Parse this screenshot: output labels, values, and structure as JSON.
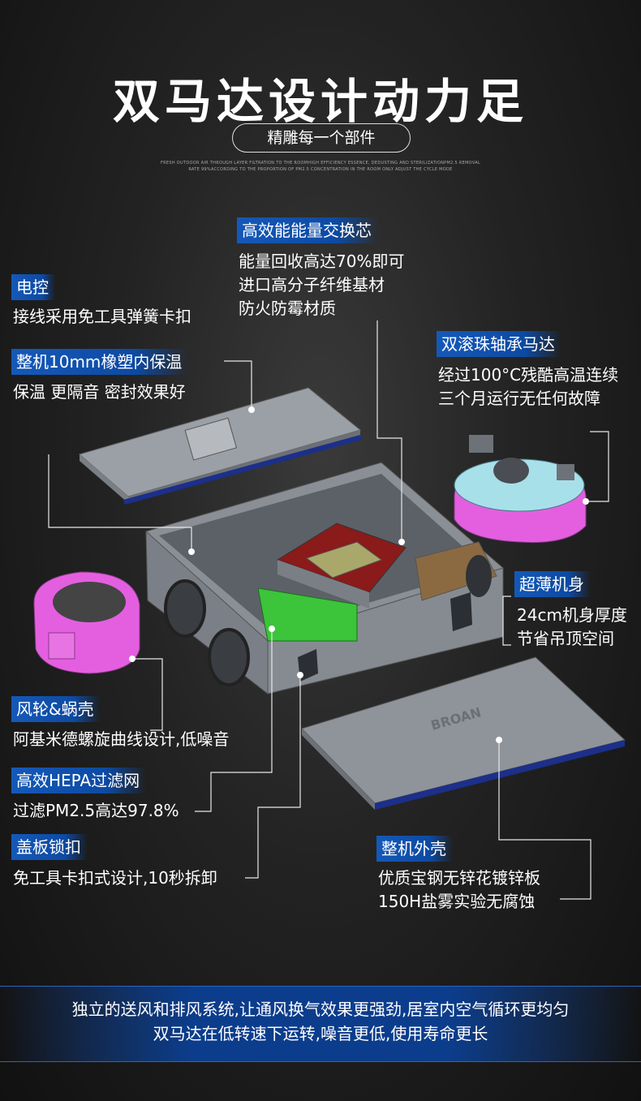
{
  "header": {
    "title": "双马达设计动力足",
    "subtitle": "精雕每一个部件",
    "fine_print_1": "FRESH OUTDOOR AIR THROUGH LAYER FILTRATION TO THE ROOMHIGH EFFICIENCY ESSENCE, DEDUSTING AND STERILIZATIONPM2.5 REMOVAL",
    "fine_print_2": "RATE 99%ACCORDING TO THE PROPORTION OF PM2.5 CONCENTRATION IN THE ROOM ONLY ADJUST THE CYCLE MODE"
  },
  "callouts": {
    "core": {
      "tag": "高效能能量交换芯",
      "lines": [
        "能量回收高达70%即可",
        "进口高分子纤维基材",
        "防火防霉材质"
      ]
    },
    "control": {
      "tag": "电控",
      "lines": [
        "接线采用免工具弹簧卡扣"
      ]
    },
    "insulation": {
      "tag": "整机10mm橡塑内保温",
      "lines": [
        "保温 更隔音 密封效果好"
      ]
    },
    "motor": {
      "tag": "双滚珠轴承马达",
      "lines": [
        "经过100°C残酷高温连续",
        "三个月运行无任何故障"
      ]
    },
    "thin": {
      "tag": "超薄机身",
      "lines": [
        "24cm机身厚度",
        "节省吊顶空间"
      ]
    },
    "fan": {
      "tag": "风轮&蜗壳",
      "lines": [
        "阿基米德螺旋曲线设计,低噪音"
      ]
    },
    "hepa": {
      "tag": "高效HEPA过滤网",
      "lines": [
        "过滤PM2.5高达97.8%"
      ]
    },
    "lock": {
      "tag": "盖板锁扣",
      "lines": [
        "免工具卡扣式设计,10秒拆卸"
      ]
    },
    "shell": {
      "tag": "整机外壳",
      "lines": [
        "优质宝钢无锌花镀锌板",
        "150H盐雾实验无腐蚀"
      ]
    }
  },
  "product": {
    "brand_mark": "BROAN"
  },
  "footer": {
    "line1": "独立的送风和排风系统,让通风换气效果更强劲,居室内空气循环更均匀",
    "line2": "双马达在低转速下运转,噪音更低,使用寿命更长"
  },
  "colors": {
    "tag_blue": "#1559b8",
    "fan_pink": "#e45fe0",
    "filter_green": "#3cc43a",
    "core_red": "#8b1a1a",
    "motor_cyan": "#a8e0ea"
  }
}
